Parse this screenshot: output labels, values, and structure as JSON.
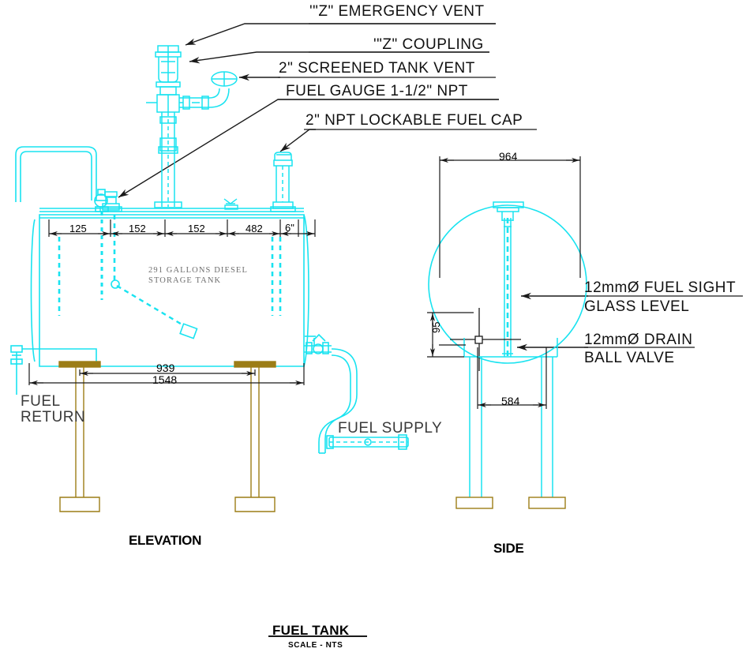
{
  "drawing": {
    "title": "FUEL TANK",
    "scale": "SCALE - NTS",
    "views": {
      "elevation": "ELEVATION",
      "side": "SIDE"
    },
    "tank_note_line1": "291 GALLONS DIESEL",
    "tank_note_line2": "STORAGE TANK",
    "colors": {
      "pipe": "#19e3f0",
      "steel": "#9c7d16",
      "line": "#1a1a1a",
      "note_text": "#6f6f6f",
      "background": "#ffffff"
    }
  },
  "callouts": [
    {
      "id": "emergency-vent",
      "text": "'\"Z\" EMERGENCY VENT"
    },
    {
      "id": "z-coupling",
      "text": "'\"Z\" COUPLING"
    },
    {
      "id": "screened-vent",
      "text": "2\" SCREENED TANK VENT"
    },
    {
      "id": "fuel-gauge",
      "text": "FUEL GAUGE 1-1/2\" NPT"
    },
    {
      "id": "lockable-fuel-cap",
      "text": "2\" NPT LOCKABLE FUEL CAP"
    },
    {
      "id": "sight-glass-l1",
      "text": "12mmØ FUEL SIGHT"
    },
    {
      "id": "sight-glass-l2",
      "text": "GLASS LEVEL"
    },
    {
      "id": "drain-valve-l1",
      "text": "12mmØ DRAIN"
    },
    {
      "id": "drain-valve-l2",
      "text": "BALL VALVE"
    }
  ],
  "port_labels": {
    "fuel_return_l1": "FUEL",
    "fuel_return_l2": "RETURN",
    "fuel_supply": "FUEL SUPPLY"
  },
  "dimensions": {
    "elevation_top": [
      "125",
      "152",
      "152",
      "482",
      "6\""
    ],
    "elevation_bottom_inner": "939",
    "elevation_bottom_outer": "1548",
    "side_width": "964",
    "side_leg_spacing": "584",
    "side_drop": "95"
  }
}
